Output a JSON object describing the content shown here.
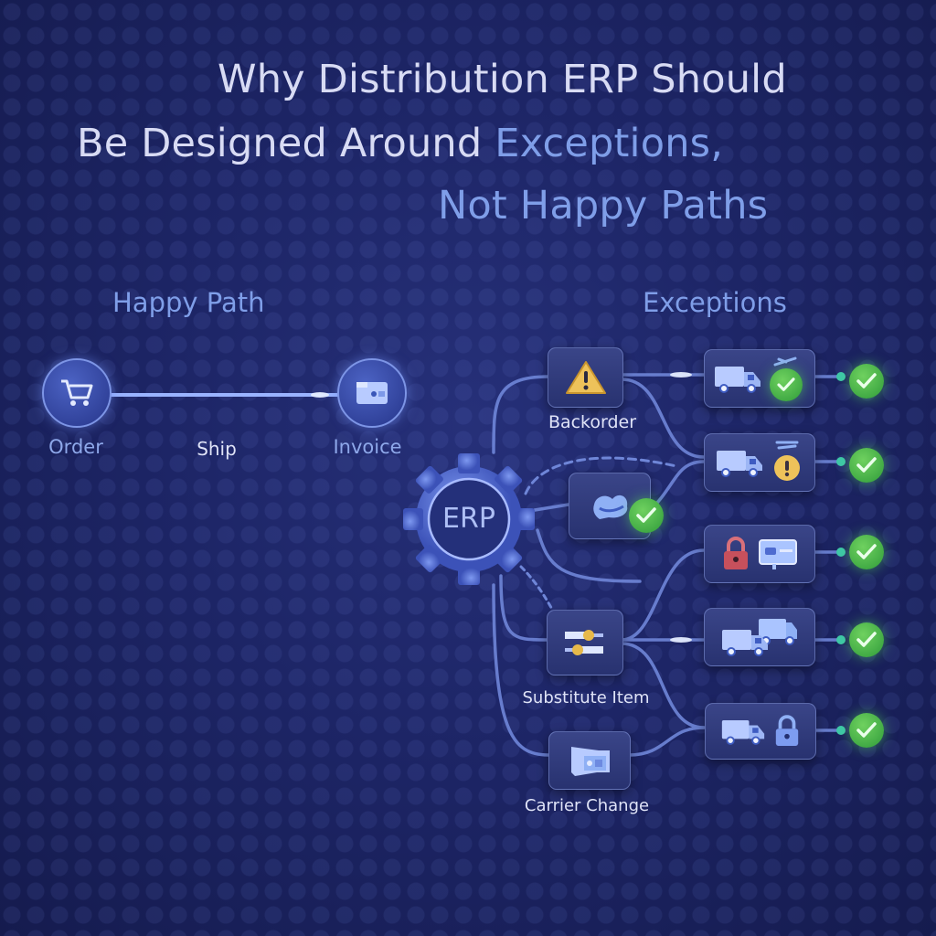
{
  "title": {
    "line1": "Why Distribution ERP Should",
    "line2_prefix": "Be Designed Around ",
    "line2_accent": "Exceptions,",
    "line3": "Not Happy Paths"
  },
  "happy_path": {
    "heading": "Happy Path",
    "steps": [
      "Order",
      "Ship",
      "Invoice"
    ]
  },
  "hub": {
    "label": "ERP"
  },
  "exceptions": {
    "heading": "Exceptions",
    "sources": [
      "Backorder",
      "Substitute Item",
      "Carrier Change"
    ],
    "outcomes": [
      {
        "icons": [
          "truck-icon",
          "plane-icon",
          "check-icon"
        ]
      },
      {
        "icons": [
          "truck-icon",
          "plane-icon",
          "warning-icon"
        ]
      },
      {
        "icons": [
          "lock-icon",
          "card-icon"
        ]
      },
      {
        "icons": [
          "truck-icon",
          "truck-icon"
        ]
      },
      {
        "icons": [
          "truck-icon",
          "lock-icon"
        ]
      }
    ]
  },
  "colors": {
    "background": "#1d2566",
    "accent": "#7f9ee8",
    "success": "#3fae45",
    "warning": "#e7b94a"
  }
}
